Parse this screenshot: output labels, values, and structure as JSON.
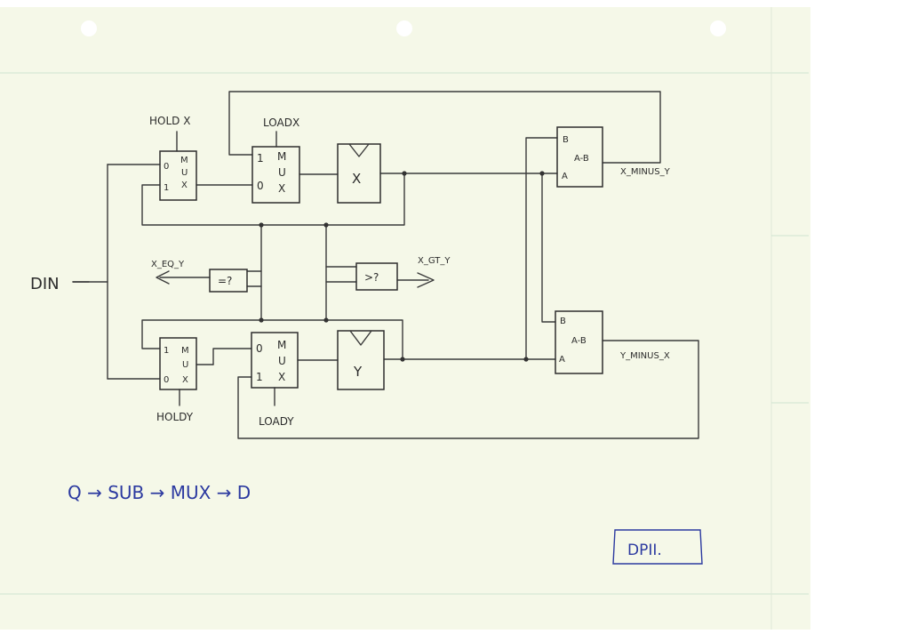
{
  "diagram": {
    "regs": {
      "x": "X",
      "y": "Y"
    },
    "muxes": {
      "holdx": {
        "top": "0",
        "bottom": "1",
        "letters": [
          "M",
          "U",
          "X"
        ],
        "control": "HOLD X"
      },
      "loadx": {
        "top": "1",
        "bottom": "0",
        "letters": [
          "M",
          "U",
          "X"
        ],
        "control": "LOADX"
      },
      "holdy": {
        "top": "1",
        "bottom": "0",
        "letters": [
          "M",
          "U",
          "X"
        ],
        "control": "HOLDY"
      },
      "loady": {
        "top": "0",
        "bottom": "1",
        "letters": [
          "M",
          "U",
          "X"
        ],
        "control": "LOADY"
      }
    },
    "subtractors": {
      "sub1": {
        "in_b": "B",
        "in_a": "A",
        "op": "A-B",
        "output": "X_MINUS_Y"
      },
      "sub2": {
        "in_b": "B",
        "in_a": "A",
        "op": "A-B",
        "output": "Y_MINUS_X"
      }
    },
    "comparators": {
      "eq": {
        "symbol": "=?",
        "output": "X_EQ_Y"
      },
      "gt": {
        "symbol": ">?",
        "output": "X_GT_Y"
      }
    },
    "din": "DIN",
    "note": "Q → SUB → MUX → D",
    "tag": "DPII."
  },
  "colors": {
    "paper": "#f5f8e8",
    "ink": "#2e2e2e",
    "blue_ink": "#2c3aa0",
    "rule": "#cfe3cf"
  }
}
